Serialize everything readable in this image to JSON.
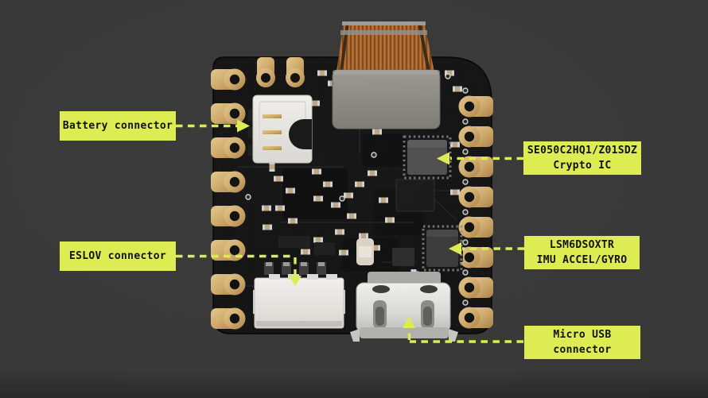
{
  "colors": {
    "background": "#383838",
    "board": "#131313",
    "accent": "#dcec52",
    "pad_gold": "#d3b071",
    "label_text": "#111111"
  },
  "annotations": {
    "battery": {
      "label": "Battery connector"
    },
    "eslov": {
      "label": "ESLOV connector"
    },
    "crypto": {
      "line1": "SE050C2HQ1/Z01SDZ",
      "line2": "Crypto IC"
    },
    "imu": {
      "line1": "LSM6DSOXTR",
      "line2": "IMU ACCEL/GYRO"
    },
    "usb": {
      "line1": "Micro USB",
      "line2": "connector"
    }
  }
}
